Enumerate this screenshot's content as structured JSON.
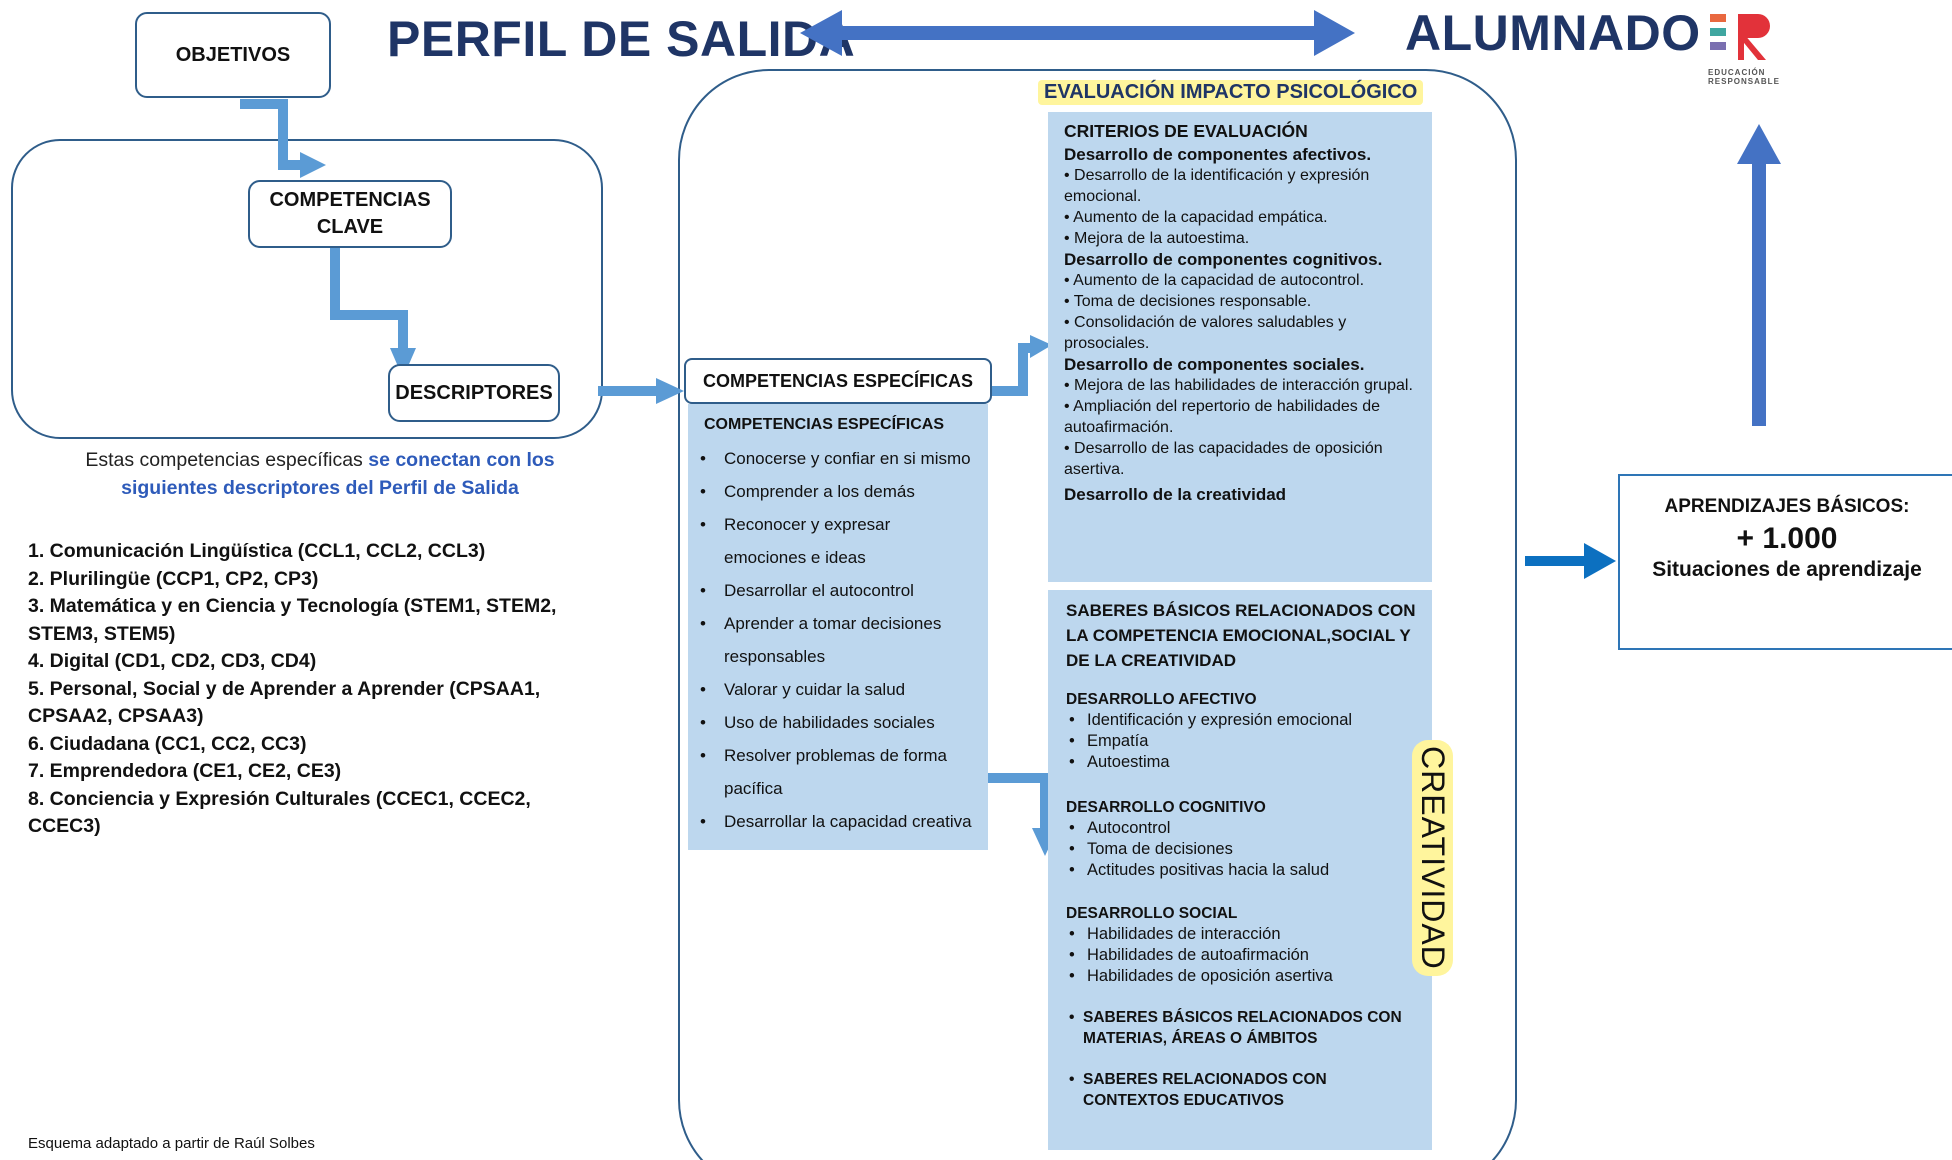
{
  "header": {
    "left_title": "PERFIL DE SALIDA",
    "right_title": "ALUMNADO"
  },
  "logo": {
    "letters": "ER",
    "caption": "EDUCACIÓN RESPONSABLE"
  },
  "left": {
    "objetivos": "OBJETIVOS",
    "competencias_clave": "COMPETENCIAS CLAVE",
    "descriptores": "DESCRIPTORES",
    "connector_text_plain": "Estas competencias específicas ",
    "connector_text_bold": "se conectan con los siguientes descriptores del Perfil de Salida",
    "descriptor_list": [
      "1. Comunicación Lingüística  (CCL1, CCL2, CCL3)",
      "2. Plurilingüe (CCP1, CP2, CP3)",
      "3. Matemática y en Ciencia y Tecnología (STEM1, STEM2, STEM3, STEM5)",
      "4. Digital (CD1, CD2, CD3, CD4)",
      "5. Personal, Social y de Aprender a Aprender  (CPSAA1, CPSAA2, CPSAA3)",
      "6. Ciudadana (CC1, CC2, CC3)",
      "7. Emprendedora (CE1, CE2, CE3)",
      "8. Conciencia y Expresión Culturales (CCEC1, CCEC2, CCEC3)"
    ],
    "footer": "Esquema adaptado a partir de Raúl Solbes"
  },
  "center": {
    "competencias_box": "COMPETENCIAS ESPECÍFICAS",
    "panel_title": "COMPETENCIAS ESPECÍFICAS",
    "items": [
      "Conocerse y confiar en si mismo",
      "Comprender a los demás",
      "Reconocer y expresar emociones e ideas",
      "Desarrollar el autocontrol",
      "Aprender a tomar decisiones responsables",
      "Valorar y cuidar la salud",
      "Uso de habilidades sociales",
      "Resolver problemas de forma pacífica",
      "Desarrollar la capacidad creativa"
    ]
  },
  "evaluacion": {
    "title": "EVALUACIÓN IMPACTO PSICOLÓGICO",
    "criterios": "CRITERIOS DE EVALUACIÓN",
    "afectivos_h": "Desarrollo de componentes afectivos.",
    "afectivos": [
      "• Desarrollo de la identificación y expresión emocional.",
      "• Aumento de la capacidad empática.",
      "• Mejora de la autoestima."
    ],
    "cognitivos_h": "Desarrollo de componentes cognitivos.",
    "cognitivos": [
      "• Aumento de la capacidad de autocontrol.",
      "• Toma de decisiones responsable.",
      "• Consolidación de valores saludables y prosociales."
    ],
    "sociales_h": "Desarrollo de componentes sociales.",
    "sociales": [
      "• Mejora de las habilidades de interacción grupal.",
      "• Ampliación del repertorio de habilidades de autoafirmación.",
      "• Desarrollo de las capacidades de oposición asertiva."
    ],
    "creatividad_h": "Desarrollo de  la creatividad"
  },
  "saberes": {
    "title": "SABERES BÁSICOS RELACIONADOS CON LA COMPETENCIA EMOCIONAL,SOCIAL Y DE LA CREATIVIDAD",
    "afectivo_h": "DESARROLLO AFECTIVO",
    "afectivo": [
      "Identificación y expresión emocional",
      "Empatía",
      "Autoestima"
    ],
    "cognitivo_h": "DESARROLLO COGNITIVO",
    "cognitivo": [
      "Autocontrol",
      "Toma de decisiones",
      " Actitudes positivas hacia la salud"
    ],
    "social_h": "DESARROLLO SOCIAL",
    "social": [
      "Habilidades de interacción",
      "Habilidades de autoafirmación",
      " Habilidades de oposición asertiva"
    ],
    "bold_items": [
      "SABERES BÁSICOS RELACIONADOS CON MATERIAS, ÁREAS O ÁMBITOS",
      "SABERES RELACIONADOS CON CONTEXTOS EDUCATIVOS"
    ],
    "vertical": "CREATIVIDAD"
  },
  "aprendizajes": {
    "label": "APRENDIZAJES BÁSICOS:",
    "number": "+ 1.000",
    "sub": "Situaciones  de aprendizaje"
  },
  "colors": {
    "title_navy": "#1f3566",
    "arrow_blue": "#5b9bd5",
    "double_arrow": "#4472c4",
    "panel_blue": "#bdd7ee",
    "highlight": "#fff59d",
    "box_border": "#2f5d8a"
  }
}
